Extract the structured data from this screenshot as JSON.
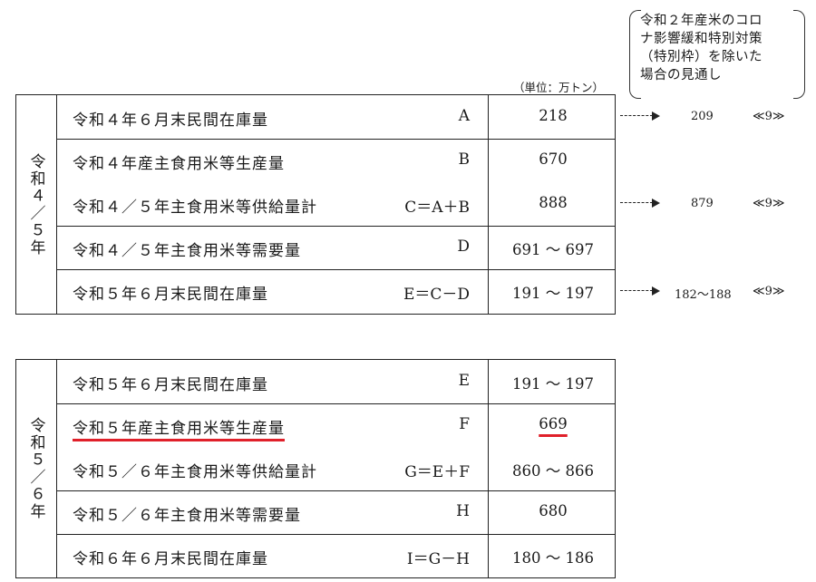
{
  "note": {
    "lines": [
      "令和２年産米のコロ",
      "ナ影響緩和特別対策",
      "（特別枠）を除いた",
      "場合の見通し"
    ]
  },
  "unit_label": "（単位：万トン）",
  "tables": [
    {
      "side_label": "令和４／５年",
      "rows": [
        {
          "label": "令和４年６月末民間在庫量",
          "formula": "A",
          "value": "218"
        },
        {
          "label": "令和４年産主食用米等生産量",
          "formula": "B",
          "value": "670"
        },
        {
          "label": "令和４／５年主食用米等供給量計",
          "formula": "C＝A＋B",
          "value": "888"
        },
        {
          "label": "令和４／５年主食用米等需要量",
          "formula": "D",
          "value": "691 〜 697"
        },
        {
          "label": "令和５年６月末民間在庫量",
          "formula": "E＝C－D",
          "value": "191 〜 197"
        }
      ]
    },
    {
      "side_label": "令和５／６年",
      "rows": [
        {
          "label": "令和５年６月末民間在庫量",
          "formula": "E",
          "value": "191 〜 197"
        },
        {
          "label": "令和５年産主食用米等生産量",
          "formula": "F",
          "value": "669"
        },
        {
          "label": "令和５／６年主食用米等供給量計",
          "formula": "G＝E＋F",
          "value": "860 〜 866"
        },
        {
          "label": "令和５／６年主食用米等需要量",
          "formula": "H",
          "value": "680"
        },
        {
          "label": "令和６年６月末民間在庫量",
          "formula": "I＝G－H",
          "value": "180 〜 186"
        }
      ]
    }
  ],
  "projections": [
    {
      "value": "209",
      "ref": "≪9≫"
    },
    {
      "value": "879",
      "ref": "≪9≫"
    },
    {
      "value": "182〜188",
      "ref": "≪9≫"
    }
  ],
  "highlight_color": "#e0202a"
}
